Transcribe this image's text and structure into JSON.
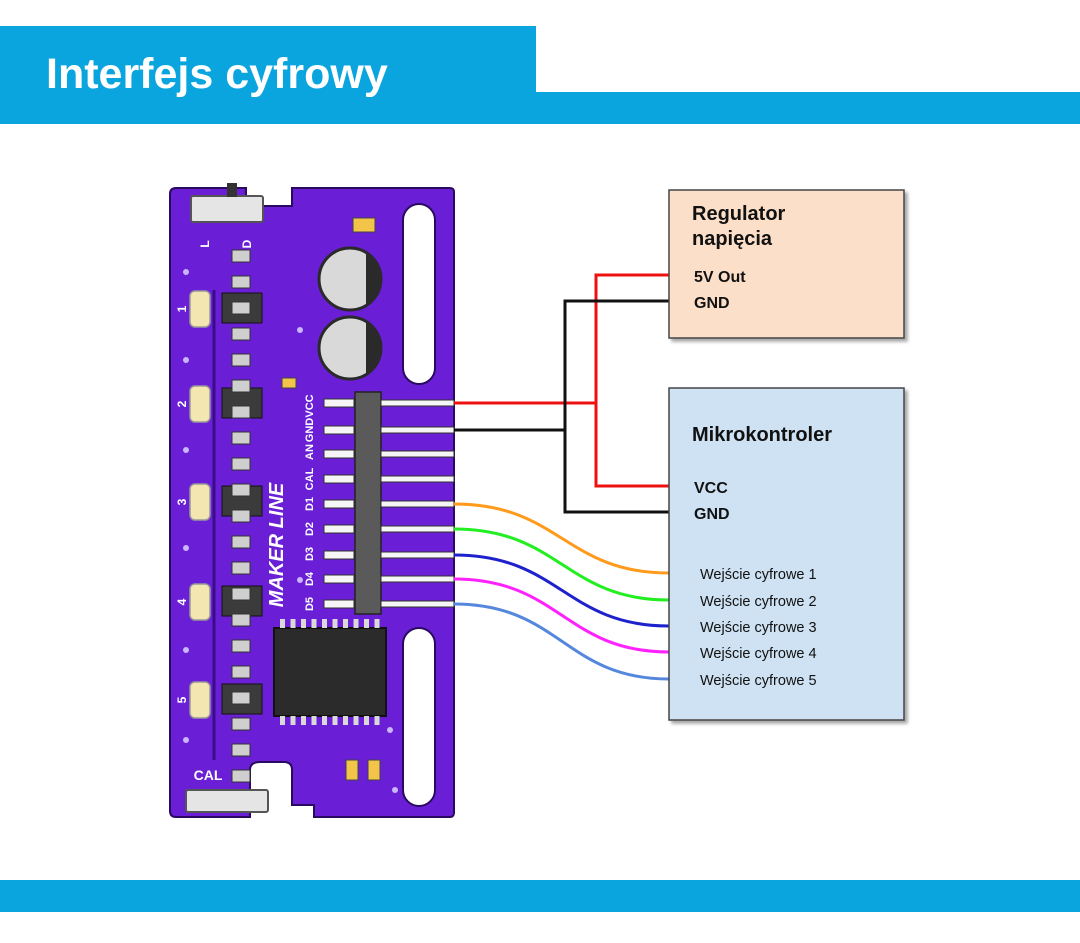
{
  "header": {
    "title": "Interfejs cyfrowy"
  },
  "colors": {
    "accent": "#0aa5de",
    "pcb": "#6a1fd6",
    "regulator_box": "#fbdfc8",
    "mcu_box": "#cfe2f3",
    "wire_5v": "#ee1111",
    "wire_gnd": "#111111",
    "wire_d1": "#ff9a1a",
    "wire_d2": "#22ee22",
    "wire_d3": "#1e22cc",
    "wire_d4": "#ff22ff",
    "wire_d5": "#5588dd"
  },
  "board": {
    "silk_text": "MAKER LINE",
    "pins": [
      "VCC",
      "GND",
      "AN",
      "CAL",
      "D1",
      "D2",
      "D3",
      "D4",
      "D5"
    ],
    "sensor_numbers": [
      "1",
      "2",
      "3",
      "4",
      "5"
    ],
    "switch_labels": [
      "L",
      "D"
    ],
    "cal_label": "CAL"
  },
  "regulator": {
    "title_line1": "Regulator",
    "title_line2": "napięcia",
    "pins": [
      "5V Out",
      "GND"
    ]
  },
  "mcu": {
    "title": "Mikrokontroler",
    "power_pins": [
      "VCC",
      "GND"
    ],
    "inputs": [
      "Wejście cyfrowe 1",
      "Wejście cyfrowe 2",
      "Wejście cyfrowe 3",
      "Wejście cyfrowe 4",
      "Wejście cyfrowe 5"
    ]
  }
}
